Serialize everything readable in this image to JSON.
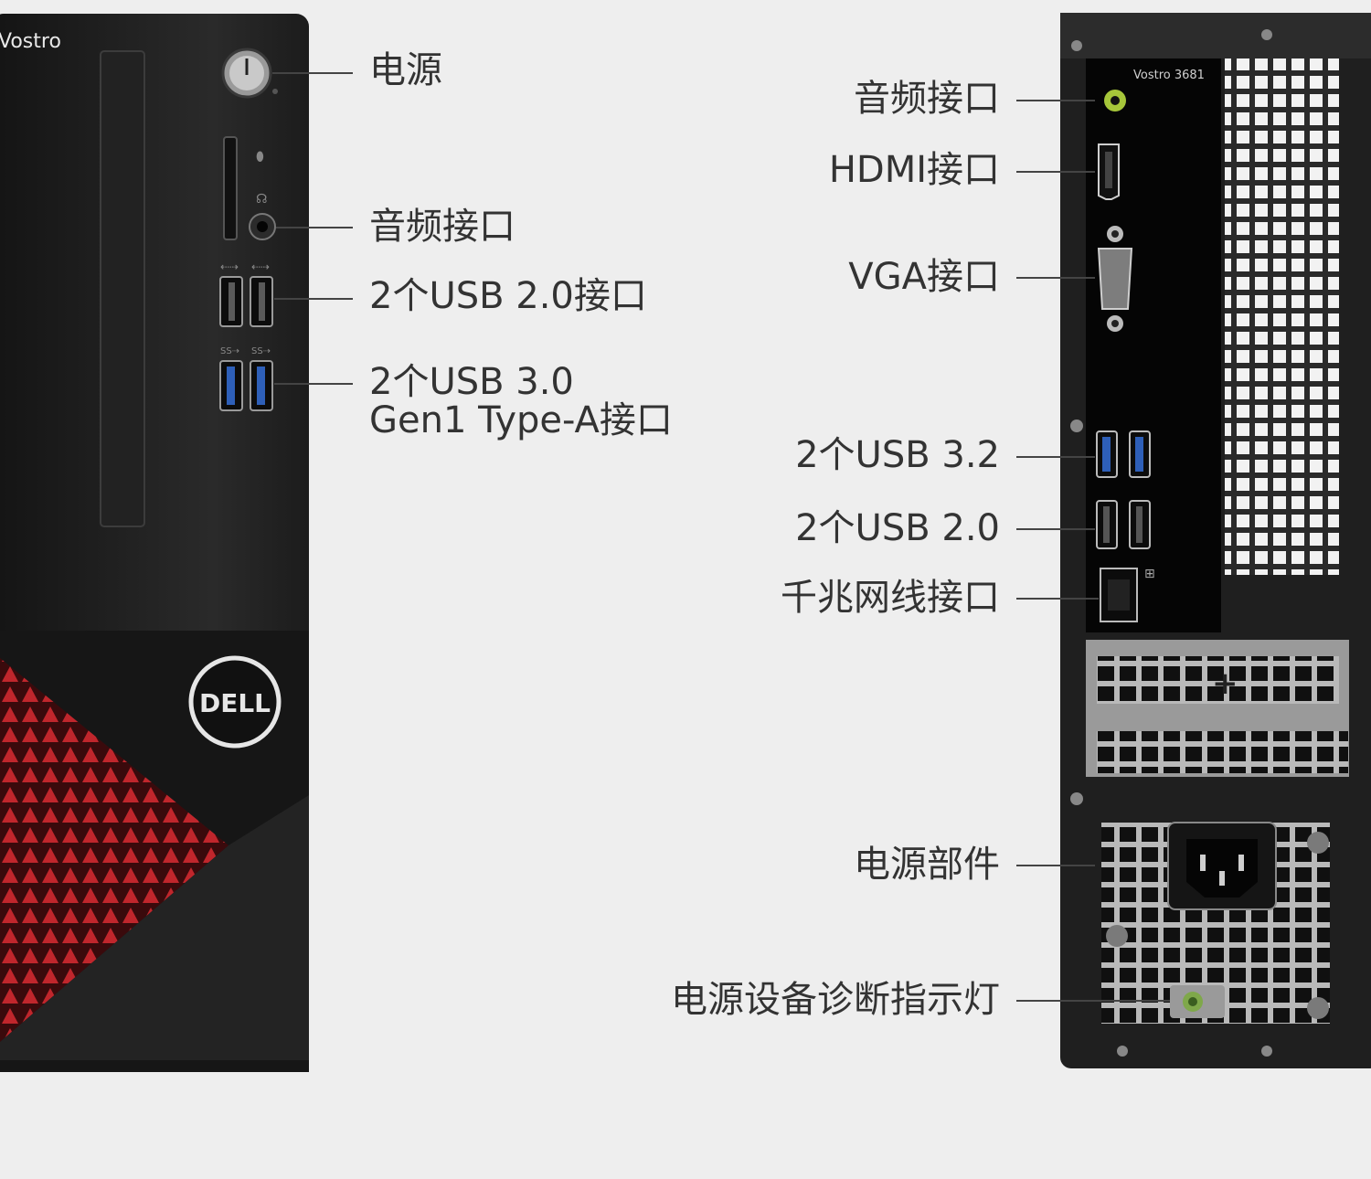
{
  "front": {
    "model_text": "Vostro",
    "logo": "DELL",
    "callouts": [
      {
        "id": "power",
        "lines": [
          "电源"
        ]
      },
      {
        "id": "audio",
        "lines": [
          "音频接口"
        ]
      },
      {
        "id": "usb2",
        "lines": [
          "2个USB 2.0接口"
        ]
      },
      {
        "id": "usb3",
        "lines": [
          "2个USB 3.0",
          "Gen1 Type-A接口"
        ]
      }
    ]
  },
  "rear": {
    "model_text": "Vostro 3681",
    "callouts": [
      {
        "id": "audio",
        "lines": [
          "音频接口"
        ]
      },
      {
        "id": "hdmi",
        "lines": [
          "HDMI接口"
        ]
      },
      {
        "id": "vga",
        "lines": [
          "VGA接口"
        ]
      },
      {
        "id": "usb32",
        "lines": [
          "2个USB 3.2"
        ]
      },
      {
        "id": "usb20",
        "lines": [
          "2个USB 2.0"
        ]
      },
      {
        "id": "lan",
        "lines": [
          "千兆网线接口"
        ]
      },
      {
        "id": "psu",
        "lines": [
          "电源部件"
        ]
      },
      {
        "id": "psu-led",
        "lines": [
          "电源设备诊断指示灯"
        ]
      }
    ]
  },
  "colors": {
    "background": "#eeeeee",
    "chassis": "#1e1e1e",
    "accent_red": "#b41e24",
    "usb3_blue": "#2e5fb8",
    "audio_green": "#a6c63a"
  }
}
